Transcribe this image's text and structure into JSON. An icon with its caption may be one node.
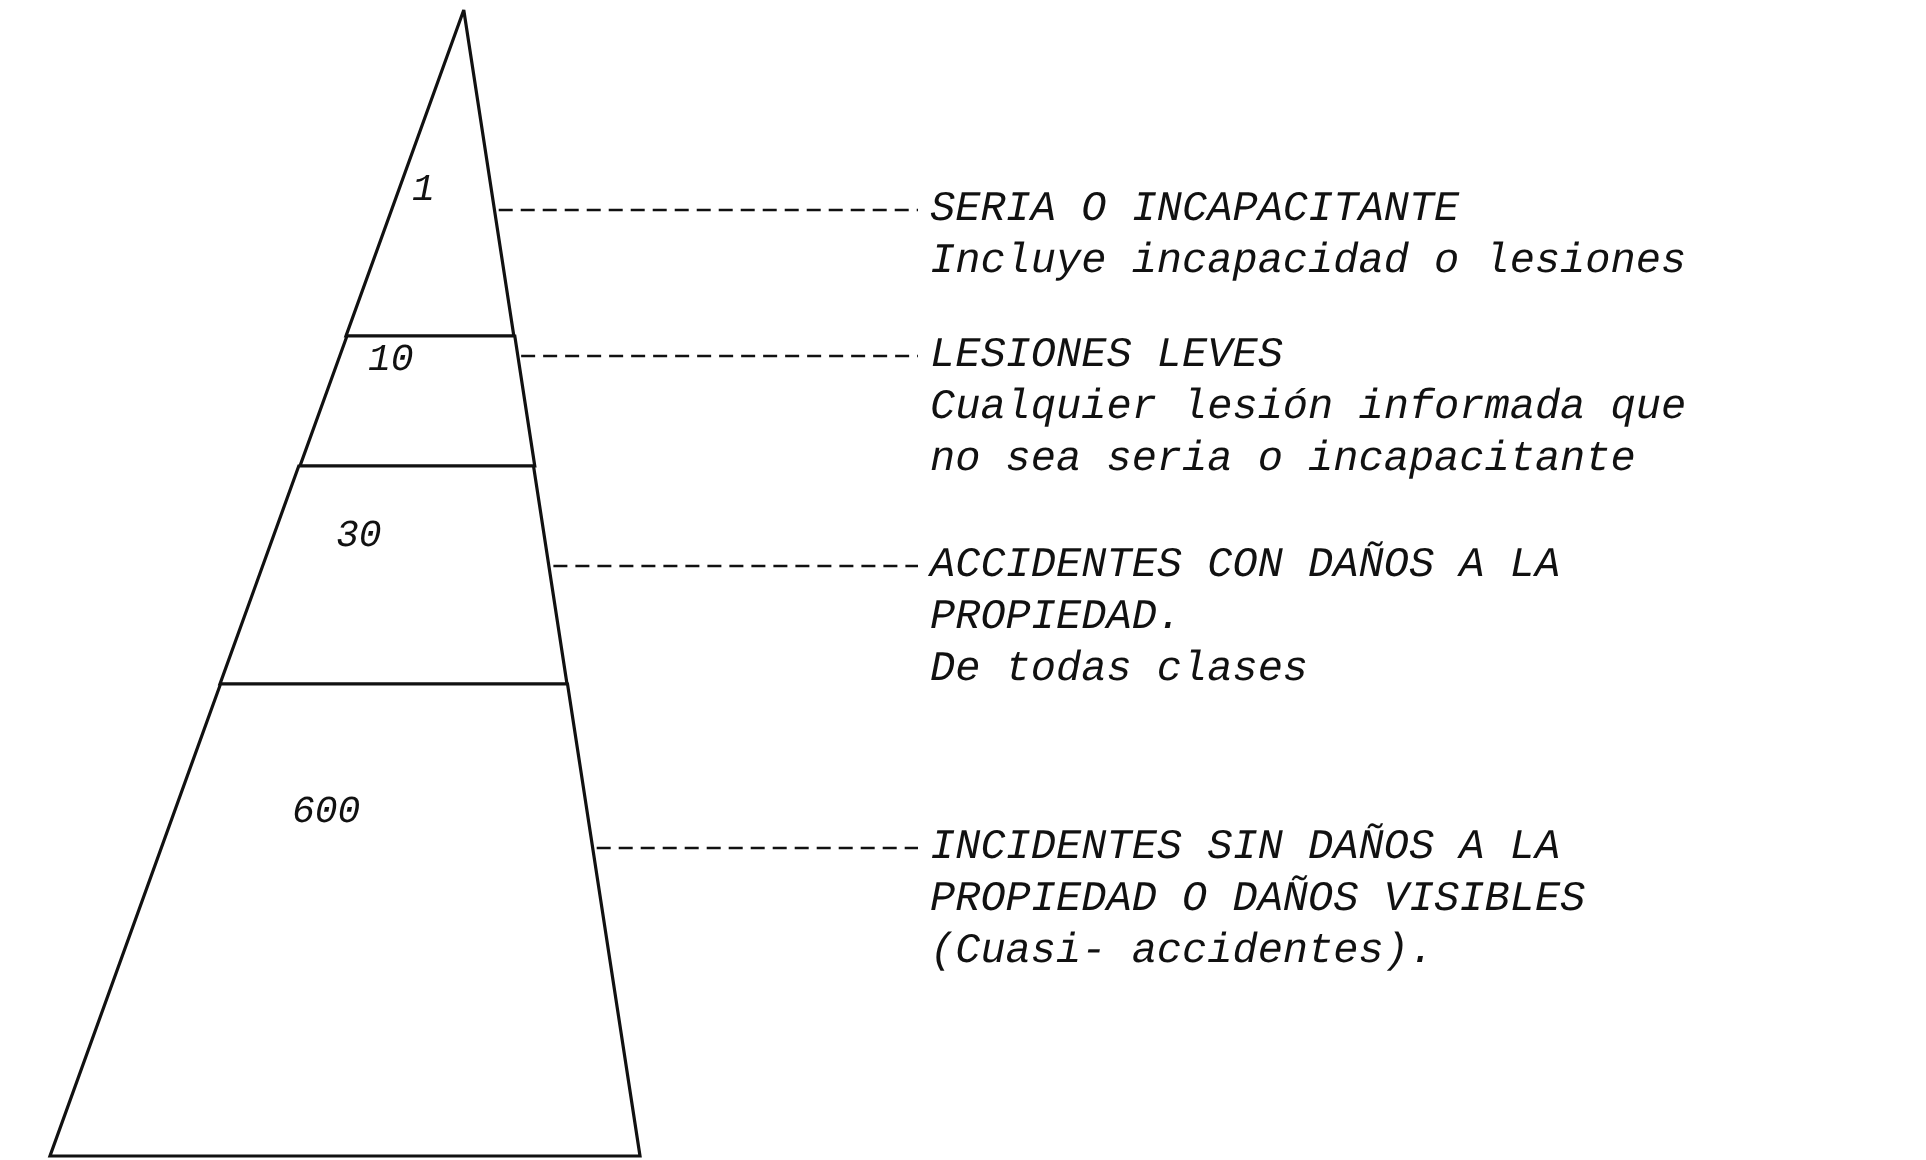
{
  "diagram": {
    "nodes": [
      {
        "text": [
          "1"
        ]
      },
      {
        "text": [
          "10"
        ]
      },
      {
        "text": [
          "30"
        ]
      },
      {
        "text": [
          "600"
        ]
      },
      {
        "text": [
          "SERIA O INCAPACITANTE",
          "Incluye incapacidad o lesiones"
        ]
      },
      {
        "text": [
          "LESIONES LEVES",
          "Cualquier lesión informada que no sea seria o incapacitante"
        ]
      },
      {
        "text": [
          "ACCIDENTES CON DAÑOS A LA PROPIEDAD.",
          "De todas clases"
        ]
      },
      {
        "text": [
          "INCIDENTES SIN DAÑOS A LA PROPIEDAD O DAÑOS VISIBLES (Cuasi- accidentes)."
        ]
      }
    ],
    "edges": [
      {
        "from": 0,
        "to": 4,
        "arrow": "none",
        "style": "dashed"
      },
      {
        "from": 1,
        "to": 5,
        "arrow": "none",
        "style": "dashed"
      },
      {
        "from": 2,
        "to": 6,
        "arrow": "none",
        "style": "dashed"
      },
      {
        "from": 3,
        "to": 7,
        "arrow": "none",
        "style": "dashed"
      }
    ]
  }
}
